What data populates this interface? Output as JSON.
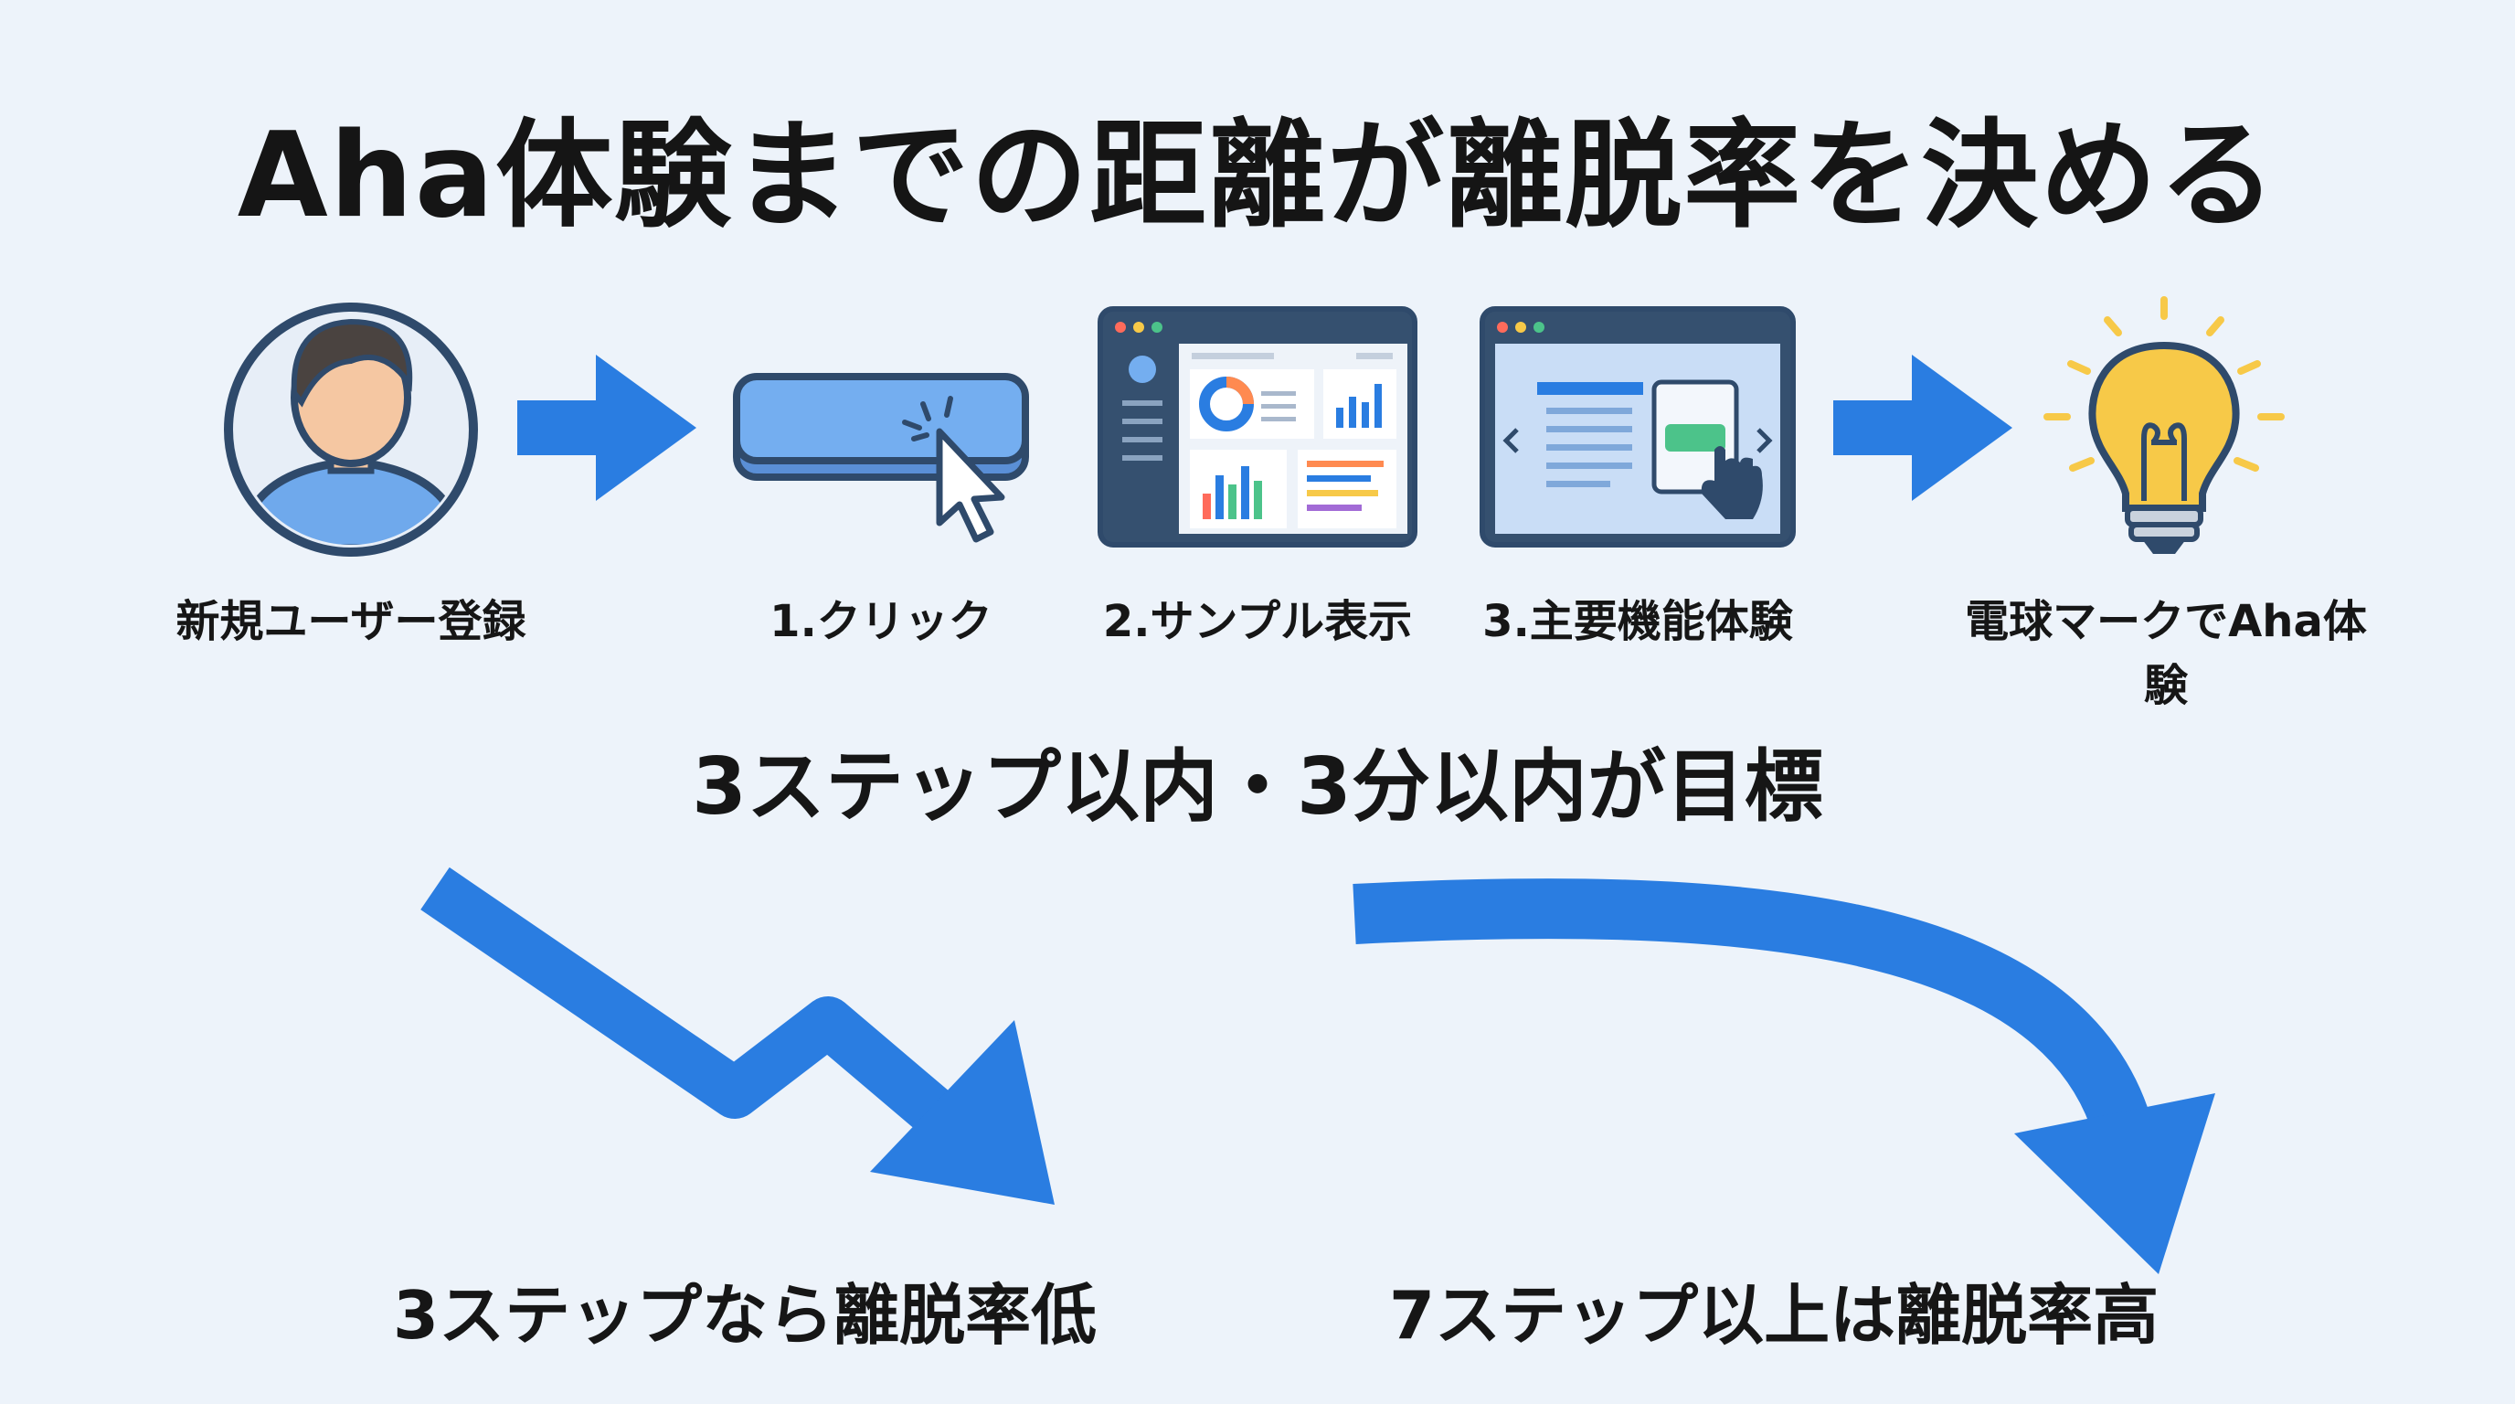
{
  "title": "Aha体験までの距離が離脱率を決める",
  "steps": [
    {
      "label": "新規ユーザー登録",
      "icon": "user-avatar-icon"
    },
    {
      "label": "1.クリック",
      "icon": "click-button-icon"
    },
    {
      "label": "2.サンプル表示",
      "icon": "dashboard-sample-icon"
    },
    {
      "label": "3.主要機能体験",
      "icon": "feature-tap-icon"
    },
    {
      "label": "電球マークでAha体験",
      "icon": "lightbulb-icon"
    }
  ],
  "goal": "3ステップ以内・3分以内が目標",
  "outcomes": {
    "low": "3ステップなら離脱率低",
    "high": "7ステップ以上は離脱率高"
  },
  "colors": {
    "arrow": "#2a7de1",
    "navy": "#2f4a6b",
    "panel": "#35506f",
    "button": "#74aef0",
    "bulb": "#f7c948",
    "green": "#4cc38a"
  }
}
